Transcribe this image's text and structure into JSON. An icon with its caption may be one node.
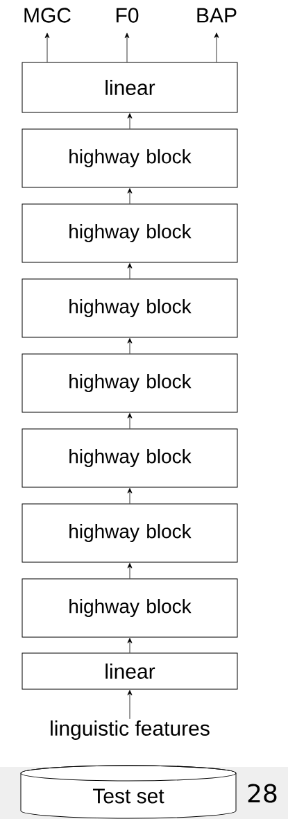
{
  "diagram": {
    "nodes": [
      {
        "text": [
          "MGC"
        ]
      },
      {
        "text": [
          "F0"
        ]
      },
      {
        "text": [
          "BAP"
        ]
      },
      {
        "text": [
          "linear"
        ]
      },
      {
        "text": [
          "highway block"
        ]
      },
      {
        "text": [
          "highway block"
        ]
      },
      {
        "text": [
          "highway block"
        ]
      },
      {
        "text": [
          "highway block"
        ]
      },
      {
        "text": [
          "highway block"
        ]
      },
      {
        "text": [
          "highway block"
        ]
      },
      {
        "text": [
          "highway block"
        ]
      },
      {
        "text": [
          "linear"
        ]
      },
      {
        "text": [
          "linguistic features"
        ]
      },
      {
        "text": [
          "Test set"
        ]
      }
    ],
    "edges": [
      {
        "from": 3,
        "to": 0,
        "arrow": "to"
      },
      {
        "from": 3,
        "to": 1,
        "arrow": "to"
      },
      {
        "from": 3,
        "to": 2,
        "arrow": "to"
      },
      {
        "from": 4,
        "to": 3,
        "arrow": "to"
      },
      {
        "from": 5,
        "to": 4,
        "arrow": "to"
      },
      {
        "from": 6,
        "to": 5,
        "arrow": "to"
      },
      {
        "from": 7,
        "to": 6,
        "arrow": "to"
      },
      {
        "from": 8,
        "to": 7,
        "arrow": "to"
      },
      {
        "from": 9,
        "to": 8,
        "arrow": "to"
      },
      {
        "from": 10,
        "to": 9,
        "arrow": "to"
      },
      {
        "from": 11,
        "to": 10,
        "arrow": "to"
      },
      {
        "from": 12,
        "to": 11,
        "arrow": "to"
      }
    ],
    "labels": [
      "28"
    ]
  }
}
